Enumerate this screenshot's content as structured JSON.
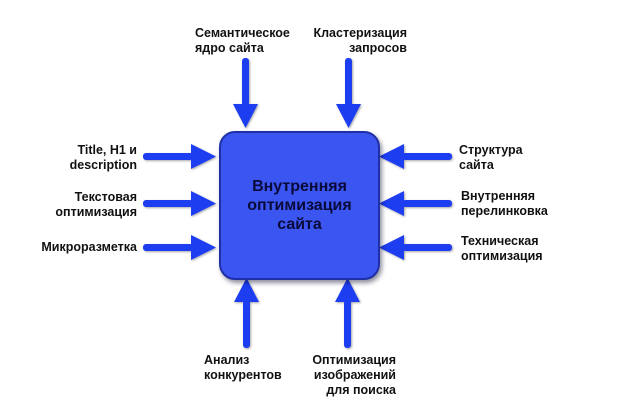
{
  "center": {
    "title_lines": [
      "Внутренняя",
      "оптимизация",
      "сайта"
    ]
  },
  "top": [
    {
      "lines": [
        "Семантическое",
        "ядро сайта"
      ]
    },
    {
      "lines": [
        "Кластеризация",
        "запросов"
      ]
    }
  ],
  "left": [
    {
      "lines": [
        "Title, H1 и",
        "description"
      ]
    },
    {
      "lines": [
        "Текстовая",
        "оптимизация"
      ]
    },
    {
      "lines": [
        "Микроразметка"
      ]
    }
  ],
  "right": [
    {
      "lines": [
        "Структура",
        "сайта"
      ]
    },
    {
      "lines": [
        "Внутренняя",
        "перелинковка"
      ]
    },
    {
      "lines": [
        "Техническая",
        "оптимизация"
      ]
    }
  ],
  "bottom": [
    {
      "lines": [
        "Анализ",
        "конкурентов"
      ]
    },
    {
      "lines": [
        "Оптимизация",
        "изображений",
        "для поиска"
      ]
    }
  ],
  "colors": {
    "box_fill": "#3a55f0",
    "box_border": "#1f2fa8",
    "arrow": "#1f3cf0"
  }
}
